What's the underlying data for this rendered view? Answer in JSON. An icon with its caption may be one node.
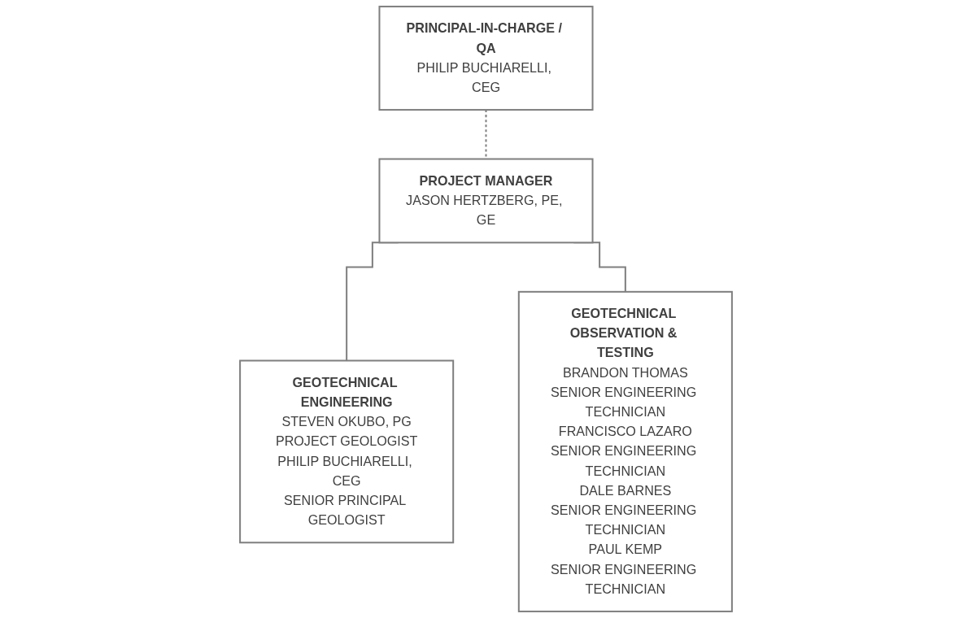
{
  "diagram": {
    "nodes": [
      {
        "text": [
          "PRINCIPAL-IN-CHARGE / QA",
          "PHILIP BUCHIARELLI, CEG"
        ]
      },
      {
        "text": [
          "PROJECT MANAGER",
          "JASON HERTZBERG, PE, GE"
        ]
      },
      {
        "text": [
          "GEOTECHNICAL ENGINEERING",
          "STEVEN OKUBO, PG",
          "PROJECT GEOLOGIST",
          "PHILIP BUCHIARELLI, CEG",
          "SENIOR PRINCIPAL GEOLOGIST"
        ]
      },
      {
        "text": [
          "GEOTECHNICAL OBSERVATION & TESTING",
          "BRANDON THOMAS",
          "SENIOR ENGINEERING TECHNICIAN",
          "FRANCISCO LAZARO",
          "SENIOR ENGINEERING TECHNICIAN",
          "DALE BARNES",
          "SENIOR ENGINEERING TECHNICIAN",
          "PAUL KEMP",
          "SENIOR ENGINEERING TECHNICIAN"
        ]
      }
    ],
    "edges": [
      {
        "from": 0,
        "to": 1,
        "arrow": "none",
        "style": "dashed"
      },
      {
        "from": 1,
        "to": 2,
        "arrow": "none"
      },
      {
        "from": 1,
        "to": 3,
        "arrow": "none"
      }
    ]
  }
}
